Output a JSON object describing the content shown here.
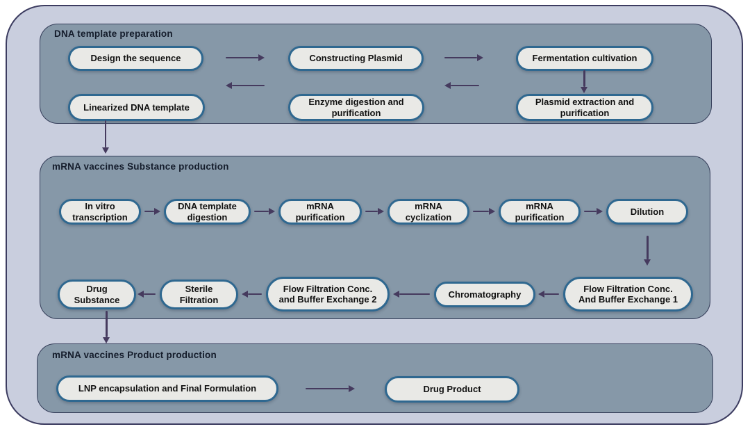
{
  "diagram": {
    "type": "flowchart",
    "subject": "mRNA vaccine manufacturing process",
    "sections": [
      {
        "title": "DNA template preparation",
        "nodes": [
          "Design the sequence",
          "Constructing Plasmid",
          "Fermentation cultivation",
          "Plasmid extraction and\npurification",
          "Enzyme digestion and\npurification",
          "Linearized DNA template"
        ]
      },
      {
        "title": "mRNA vaccines Substance production",
        "nodes": [
          "In vitro\ntranscription",
          "DNA template\ndigestion",
          "mRNA\npurification",
          "mRNA\ncyclization",
          "mRNA\npurification",
          "Dilution",
          "Flow Filtration Conc.\nAnd Buffer Exchange 1",
          "Chromatography",
          "Flow Filtration Conc.\nand Buffer Exchange 2",
          "Sterile\nFiltration",
          "Drug\nSubstance"
        ]
      },
      {
        "title": "mRNA vaccines Product production",
        "nodes": [
          "LNP encapsulation and Final Formulation",
          "Drug Product"
        ]
      }
    ],
    "edges": [
      {
        "from": "Design the sequence",
        "to": "Constructing Plasmid"
      },
      {
        "from": "Constructing Plasmid",
        "to": "Fermentation cultivation"
      },
      {
        "from": "Fermentation cultivation",
        "to": "Plasmid extraction and purification"
      },
      {
        "from": "Plasmid extraction and purification",
        "to": "Enzyme digestion and purification"
      },
      {
        "from": "Enzyme digestion and purification",
        "to": "Linearized DNA template"
      },
      {
        "from": "Linearized DNA template",
        "to": "mRNA vaccines Substance production"
      },
      {
        "from": "In vitro transcription",
        "to": "DNA template digestion"
      },
      {
        "from": "DNA template digestion",
        "to": "mRNA purification"
      },
      {
        "from": "mRNA purification",
        "to": "mRNA cyclization"
      },
      {
        "from": "mRNA cyclization",
        "to": "mRNA purification (2)"
      },
      {
        "from": "mRNA purification (2)",
        "to": "Dilution"
      },
      {
        "from": "Dilution",
        "to": "Flow Filtration Conc. And Buffer Exchange 1"
      },
      {
        "from": "Flow Filtration Conc. And Buffer Exchange 1",
        "to": "Chromatography"
      },
      {
        "from": "Chromatography",
        "to": "Flow Filtration Conc. and Buffer Exchange 2"
      },
      {
        "from": "Flow Filtration Conc. and Buffer Exchange 2",
        "to": "Sterile Filtration"
      },
      {
        "from": "Sterile Filtration",
        "to": "Drug Substance"
      },
      {
        "from": "Drug Substance",
        "to": "mRNA vaccines Product production"
      },
      {
        "from": "LNP encapsulation and Final Formulation",
        "to": "Drug Product"
      }
    ],
    "colors": {
      "page_background": "#ffffff",
      "outer_panel": "#c9cede",
      "outer_border": "#3c3c60",
      "section_panel": "#8698a8",
      "section_border": "#333c58",
      "node_fill": "#e9e9e6",
      "node_border": "#2f6890",
      "node_text": "#111111",
      "title_text": "#141c2b",
      "arrow": "#453a5e"
    }
  }
}
